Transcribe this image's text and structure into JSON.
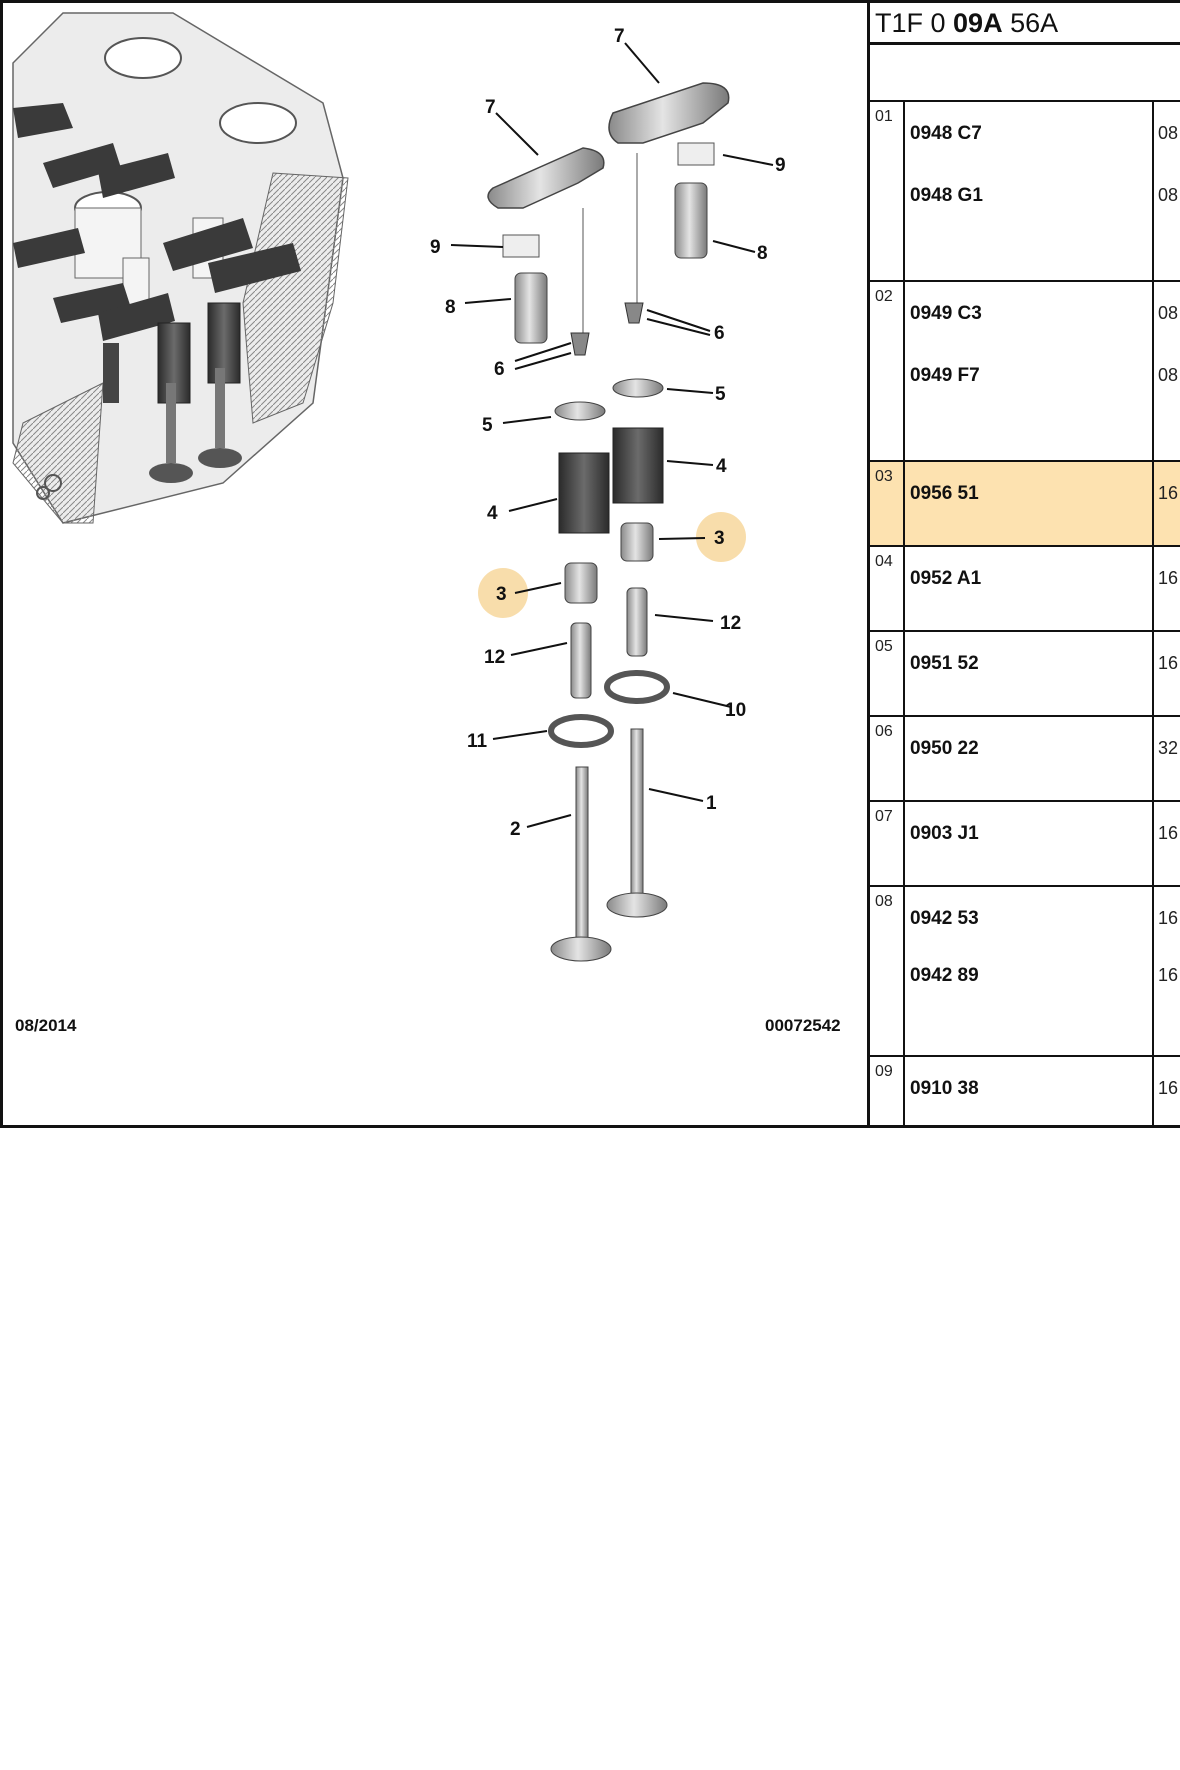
{
  "diagram": {
    "callouts": {
      "c1": "1",
      "c2": "2",
      "c3a": "3",
      "c3b": "3",
      "c4a": "4",
      "c4b": "4",
      "c5a": "5",
      "c5b": "5",
      "c6a": "6",
      "c6b": "6",
      "c7a": "7",
      "c7b": "7",
      "c8a": "8",
      "c8b": "8",
      "c9a": "9",
      "c9b": "9",
      "c10": "10",
      "c11": "11",
      "c12a": "12",
      "c12b": "12"
    },
    "highlighted_callout": "3",
    "highlight_color": "#f7d79c",
    "date": "08/2014",
    "drawing_code": "00072542"
  },
  "table": {
    "reference_prefix": "T1F 0 ",
    "reference_bold": "09A",
    "reference_suffix": " 56A",
    "rows": [
      {
        "num": "01",
        "codes": [
          "0948 C7",
          "0948 G1"
        ],
        "qty": [
          "08",
          "08"
        ]
      },
      {
        "num": "02",
        "codes": [
          "0949 C3",
          "0949 F7"
        ],
        "qty": [
          "08",
          "08"
        ]
      },
      {
        "num": "03",
        "codes": [
          "0956 51"
        ],
        "qty": [
          "16"
        ],
        "selected": true
      },
      {
        "num": "04",
        "codes": [
          "0952 A1"
        ],
        "qty": [
          "16"
        ]
      },
      {
        "num": "05",
        "codes": [
          "0951 52"
        ],
        "qty": [
          "16"
        ]
      },
      {
        "num": "06",
        "codes": [
          "0950 22"
        ],
        "qty": [
          "32"
        ]
      },
      {
        "num": "07",
        "codes": [
          "0903 J1"
        ],
        "qty": [
          "16"
        ]
      },
      {
        "num": "08",
        "codes": [
          "0942 53",
          "0942 89"
        ],
        "qty": [
          "16",
          "16"
        ]
      },
      {
        "num": "09",
        "codes": [
          "0910 38"
        ],
        "qty": [
          "16"
        ]
      }
    ],
    "selected_color": "#fde2b0"
  }
}
